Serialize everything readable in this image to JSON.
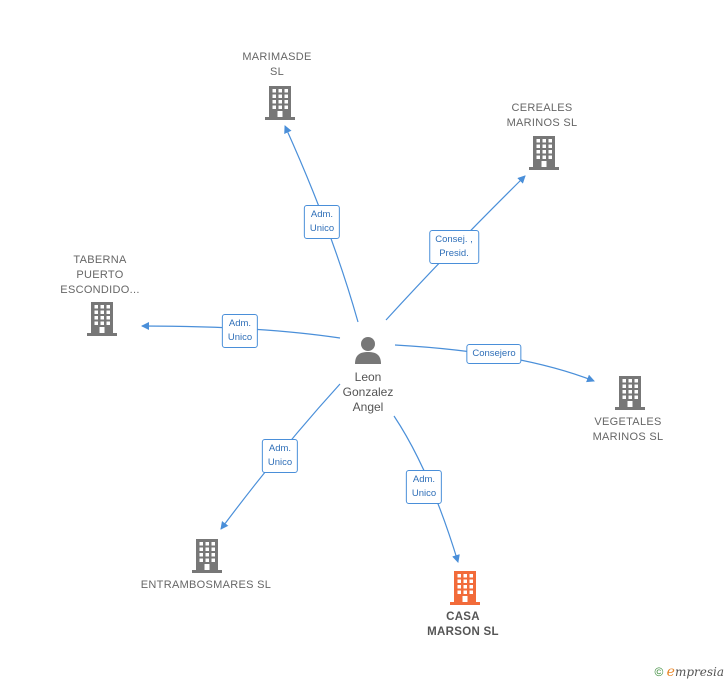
{
  "center": {
    "label": "Leon\nGonzalez\nAngel",
    "icon": "person-icon"
  },
  "companies": [
    {
      "id": "marimasde",
      "label": "MARIMASDE\nSL",
      "icon": "building-icon",
      "color": "#777777",
      "focus": false
    },
    {
      "id": "cereales",
      "label": "CEREALES\nMARINOS  SL",
      "icon": "building-icon",
      "color": "#777777",
      "focus": false
    },
    {
      "id": "taberna",
      "label": "TABERNA\nPUERTO\nESCONDIDO...",
      "icon": "building-icon",
      "color": "#777777",
      "focus": false
    },
    {
      "id": "vegetales",
      "label": "VEGETALES\nMARINOS SL",
      "icon": "building-icon",
      "color": "#777777",
      "focus": false
    },
    {
      "id": "entrambosmares",
      "label": "ENTRAMBOSMARES SL",
      "icon": "building-icon",
      "color": "#777777",
      "focus": false
    },
    {
      "id": "casamarson",
      "label": "CASA\nMARSON  SL",
      "icon": "building-icon",
      "color": "#f26b3a",
      "focus": true
    }
  ],
  "relations": [
    {
      "to": "marimasde",
      "label": "Adm.\nUnico"
    },
    {
      "to": "cereales",
      "label": "Consej. ,\nPresid."
    },
    {
      "to": "taberna",
      "label": "Adm.\nUnico"
    },
    {
      "to": "vegetales",
      "label": "Consejero"
    },
    {
      "to": "entrambosmares",
      "label": "Adm.\nUnico"
    },
    {
      "to": "casamarson",
      "label": "Adm.\nUnico"
    }
  ],
  "colors": {
    "edge": "#4a8fd9",
    "person": "#777777"
  },
  "footer": {
    "copyright": "©",
    "brand_initial": "e",
    "brand_rest": "mpresia"
  }
}
